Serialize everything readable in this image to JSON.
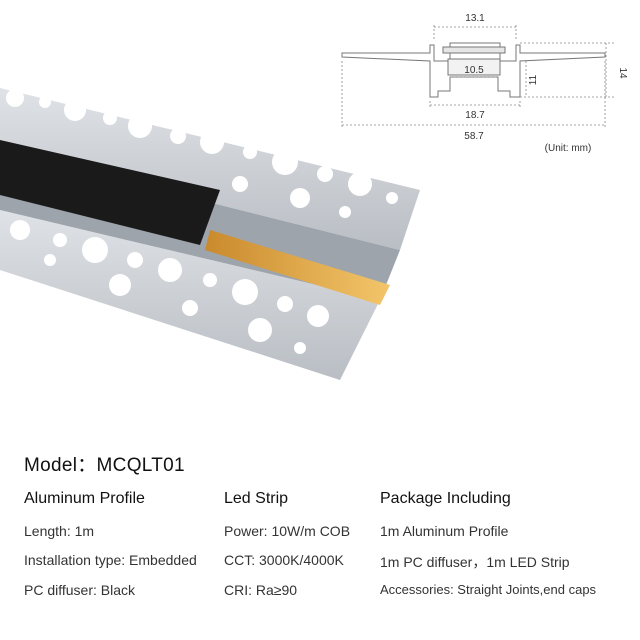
{
  "diagram": {
    "dimensions": [
      "13.1",
      "10.5",
      "11",
      "14",
      "18.7",
      "58.7"
    ],
    "unit_label": "(Unit: mm)"
  },
  "photo": {
    "description_icon": "aluminum-profile-photo"
  },
  "model": {
    "label": "Model：MCQLT01"
  },
  "aluminum_profile": {
    "title": "Aluminum Profile",
    "items": [
      "Length: 1m",
      "Installation type: Embedded",
      "PC diffuser: Black"
    ]
  },
  "led_strip": {
    "title": "Led Strip",
    "items": [
      "Power: 10W/m COB",
      "CCT: 3000K/4000K",
      "CRI: Ra≥90"
    ]
  },
  "package": {
    "title": "Package Including",
    "items": [
      "1m Aluminum Profile",
      "1m PC diffuser，1m LED Strip",
      "Accessories: Straight Joints,end caps"
    ]
  },
  "colors": {
    "profile": "#c8ccd1",
    "diffuser": "#1a1a1a",
    "led": "#e8a63a",
    "dim_line": "#666666"
  }
}
